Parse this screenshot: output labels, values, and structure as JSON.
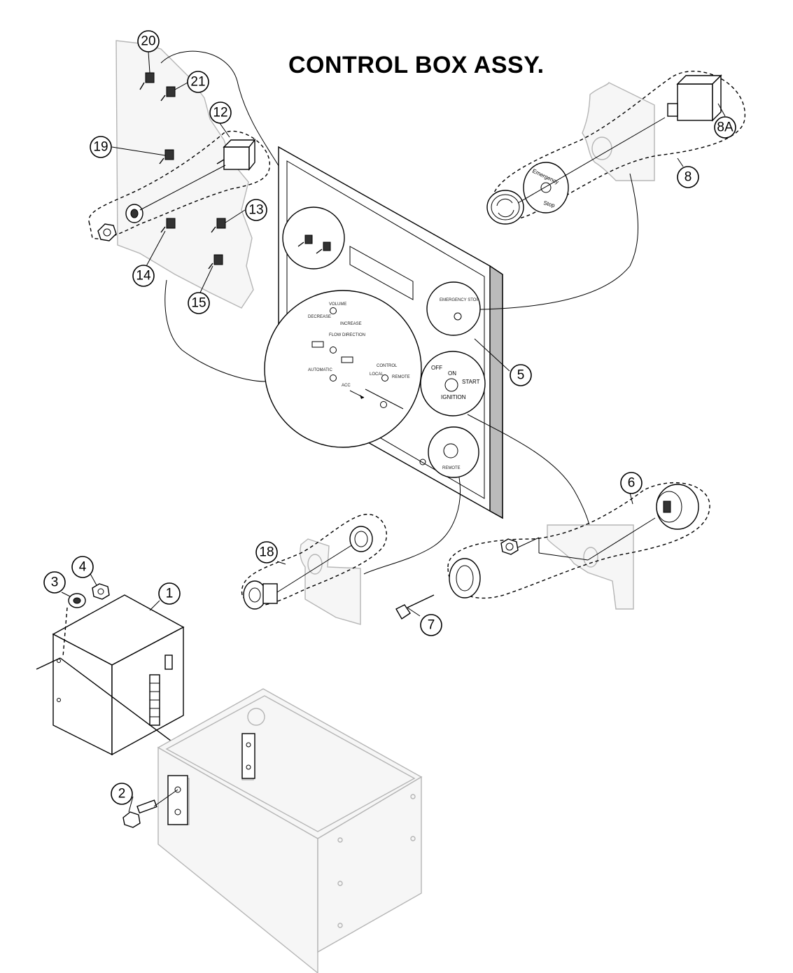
{
  "title": "CONTROL BOX ASSY.",
  "callouts": [
    {
      "id": "20",
      "label": "20"
    },
    {
      "id": "21",
      "label": "21"
    },
    {
      "id": "12",
      "label": "12"
    },
    {
      "id": "19",
      "label": "19"
    },
    {
      "id": "13",
      "label": "13"
    },
    {
      "id": "14",
      "label": "14"
    },
    {
      "id": "15",
      "label": "15"
    },
    {
      "id": "8A",
      "label": "8A"
    },
    {
      "id": "8",
      "label": "8"
    },
    {
      "id": "5",
      "label": "5"
    },
    {
      "id": "6",
      "label": "6"
    },
    {
      "id": "18",
      "label": "18"
    },
    {
      "id": "7",
      "label": "7"
    },
    {
      "id": "4",
      "label": "4"
    },
    {
      "id": "3",
      "label": "3"
    },
    {
      "id": "1",
      "label": "1"
    },
    {
      "id": "2",
      "label": "2"
    }
  ],
  "panel_labels": {
    "volume": "VOLUME",
    "decrease": "DECREASE",
    "increase": "INCREASE",
    "flow_direction": "FLOW DIRECTION",
    "control": "CONTROL",
    "local": "LOCAL",
    "remote_lbl": "REMOTE",
    "automatic": "AUTOMATIC",
    "acc": "ACC",
    "emergency_stop": "EMERGENCY STOP",
    "remote_port": "REMOTE",
    "off": "OFF",
    "on": "ON",
    "start": "START",
    "ignition": "IGNITION",
    "emergency_button_top": "Emergency",
    "emergency_button_bottom": "Stop"
  }
}
